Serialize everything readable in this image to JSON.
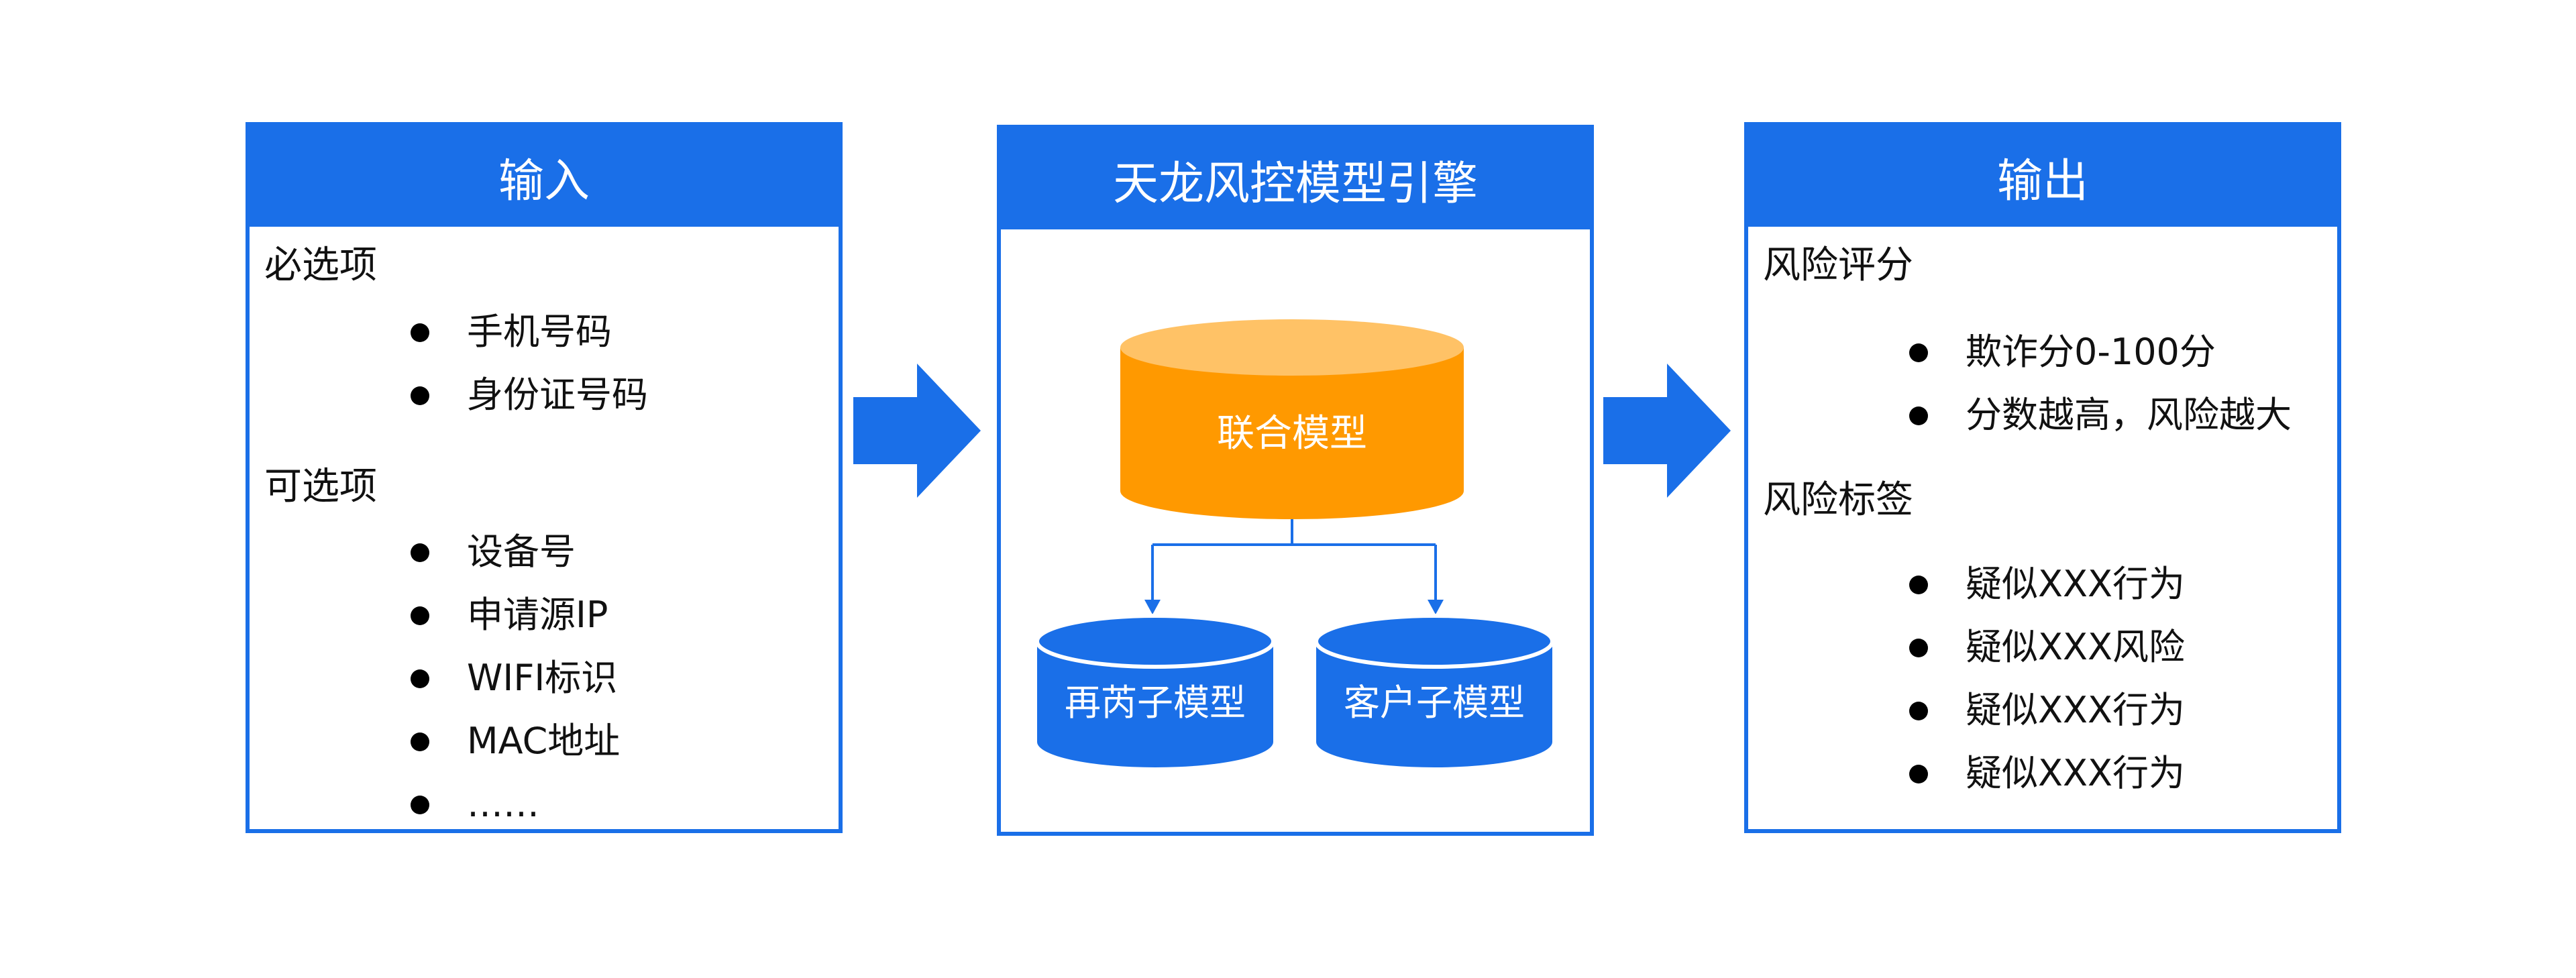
{
  "colors": {
    "primary": "#1a6fe8",
    "joint_model": "#ff9900",
    "joint_model_top": "#ffc266",
    "text": "#111111"
  },
  "input": {
    "title": "输入",
    "required_title": "必选项",
    "required_items": [
      "手机号码",
      "身份证号码"
    ],
    "optional_title": "可选项",
    "optional_items": [
      "设备号",
      "申请源IP",
      "WIFI标识",
      "MAC地址",
      "……"
    ]
  },
  "engine": {
    "title": "天龙风控模型引擎",
    "joint_model": "联合模型",
    "sub_models": [
      "再芮子模型",
      "客户子模型"
    ]
  },
  "output": {
    "title": "输出",
    "score_title": "风险评分",
    "score_items": [
      "欺诈分0-100分",
      "分数越高，风险越大"
    ],
    "label_title": "风险标签",
    "label_items": [
      "疑似XXX行为",
      "疑似XXX风险",
      "疑似XXX行为",
      "疑似XXX行为"
    ]
  }
}
